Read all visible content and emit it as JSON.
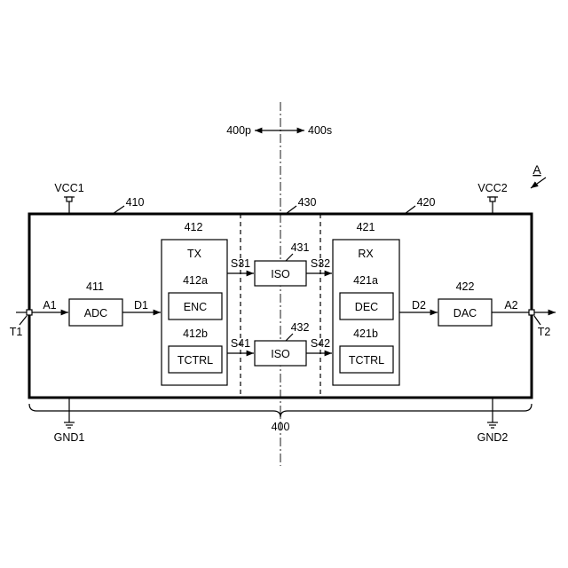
{
  "figure_label": "A",
  "direction": {
    "left": "400p",
    "right": "400s"
  },
  "device": {
    "label": "400"
  },
  "chips": {
    "primary": "410",
    "isolation": "430",
    "secondary": "420"
  },
  "power": {
    "vcc1": "VCC1",
    "vcc2": "VCC2",
    "gnd1": "GND1",
    "gnd2": "GND2"
  },
  "terminals": {
    "t1": "T1",
    "t2": "T2"
  },
  "blocks": {
    "adc": {
      "ref": "411",
      "label": "ADC"
    },
    "tx": {
      "ref": "412",
      "label": "TX"
    },
    "enc": {
      "ref": "412a",
      "label": "ENC"
    },
    "txctl": {
      "ref": "412b",
      "label": "TCTRL"
    },
    "iso1": {
      "ref": "431",
      "label": "ISO"
    },
    "iso2": {
      "ref": "432",
      "label": "ISO"
    },
    "rx": {
      "ref": "421",
      "label": "RX"
    },
    "dec": {
      "ref": "421a",
      "label": "DEC"
    },
    "rxctl": {
      "ref": "421b",
      "label": "TCTRL"
    },
    "dac": {
      "ref": "422",
      "label": "DAC"
    }
  },
  "signals": {
    "a1": "A1",
    "d1": "D1",
    "s31": "S31",
    "s32": "S32",
    "s41": "S41",
    "s42": "S42",
    "d2": "D2",
    "a2": "A2"
  }
}
